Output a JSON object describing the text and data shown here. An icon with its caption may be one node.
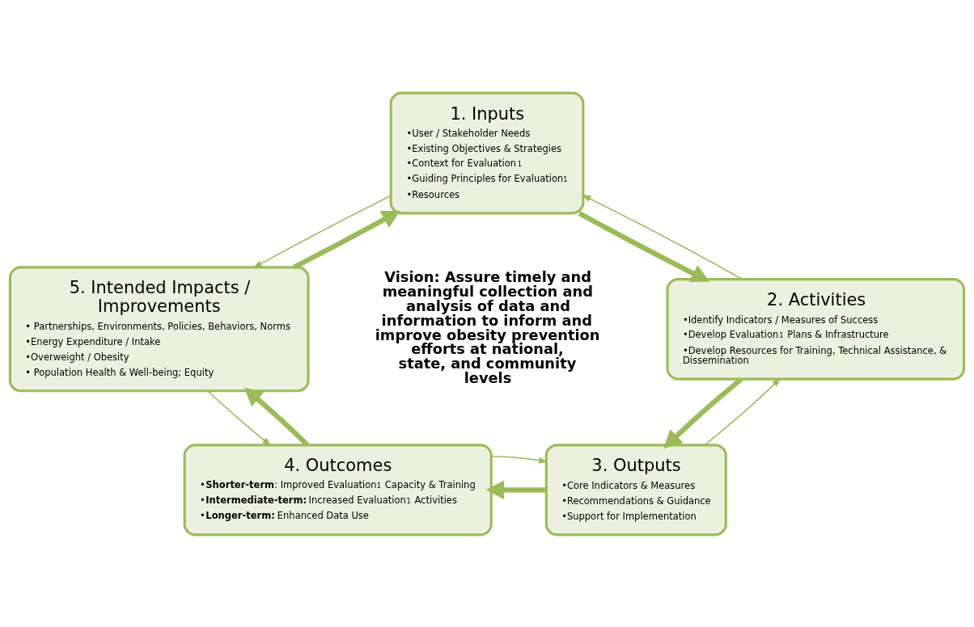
{
  "diagram": {
    "nodes": [
      {
        "text": [
          "1. Inputs",
          "•User / Stakeholder Needs",
          "•Existing Objectives & Strategies",
          "•Context for Evaluation$^{1}$",
          "•Guiding Principles for Evaluation$^{1}$",
          "•Resources"
        ]
      },
      {
        "text": [
          "2. Activities",
          "•Identify Indicators / Measures of Success",
          "•Develop Evaluation$^{1}$ Plans & Infrastructure",
          "•Develop Resources for Training, Technical Assistance, & Dissemination"
        ]
      },
      {
        "text": [
          "3. Outputs",
          "•Core Indicators & Measures",
          "•Recommendations & Guidance",
          "•Support for Implementation"
        ]
      },
      {
        "text": [
          "4. Outcomes",
          "•**Shorter-term**: Improved Evaluation$^{1}$ Capacity & Training",
          "•**Intermediate-term:** Increased Evaluation$^{1}$ Activities",
          "•**Longer-term:** Enhanced Data Use"
        ]
      },
      {
        "text": [
          "5. Intended Impacts / Improvements",
          "• Partnerships, Environments, Policies, Behaviors, Norms",
          "•Energy Expenditure / Intake",
          "•Overweight / Obesity",
          "• Population Health & Well-being; Equity"
        ]
      }
    ],
    "edges": [
      {
        "from": 0,
        "to": 1,
        "arrow": "to",
        "style": "thick"
      },
      {
        "from": 1,
        "to": 0,
        "arrow": "to"
      },
      {
        "from": 1,
        "to": 2,
        "arrow": "to",
        "style": "thick"
      },
      {
        "from": 2,
        "to": 1,
        "arrow": "to"
      },
      {
        "from": 2,
        "to": 3,
        "arrow": "to",
        "style": "thick"
      },
      {
        "from": 3,
        "to": 2,
        "arrow": "to"
      },
      {
        "from": 3,
        "to": 4,
        "arrow": "to",
        "style": "thick"
      },
      {
        "from": 4,
        "to": 3,
        "arrow": "to"
      },
      {
        "from": 4,
        "to": 0,
        "arrow": "to",
        "style": "thick"
      },
      {
        "from": 0,
        "to": 4,
        "arrow": "to"
      }
    ],
    "labels": [
      "Vision: Assure timely and meaningful collection and analysis of data and information to inform and improve obesity prevention efforts at national, state, and community levels"
    ]
  }
}
